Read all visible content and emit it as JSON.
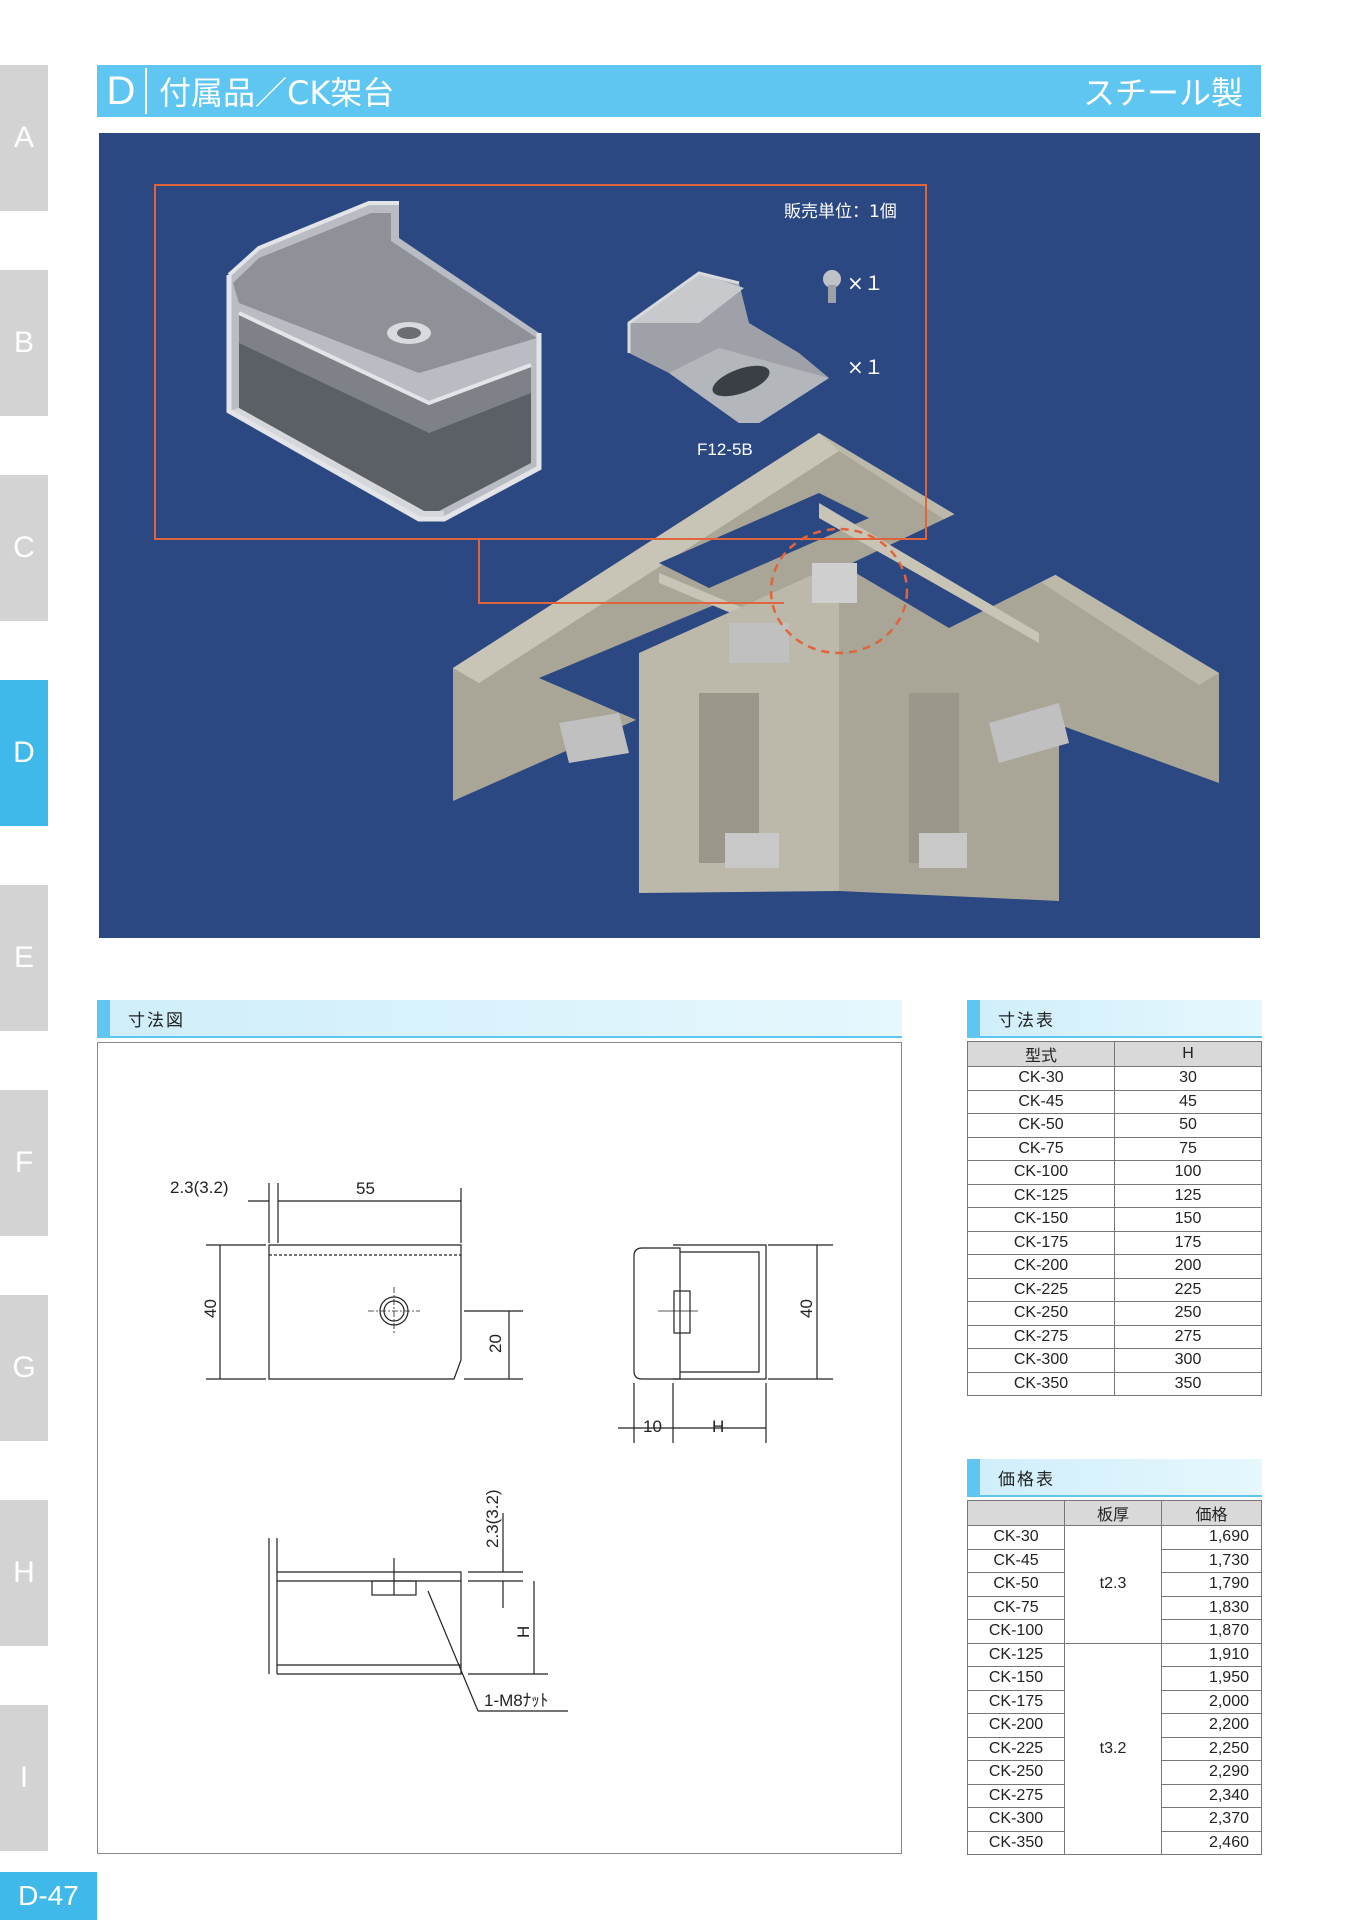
{
  "side_tabs": [
    "A",
    "B",
    "C",
    "D",
    "E",
    "F",
    "G",
    "H",
    "I"
  ],
  "active_tab": "D",
  "header": {
    "letter": "D",
    "title": "付属品／CK架台",
    "material": "スチール製"
  },
  "hero": {
    "sales_unit": "販売単位：1個",
    "bolt_qty": "×１",
    "clip_qty": "×１",
    "clip_label": "F12-5B"
  },
  "sections": {
    "dimension_drawing": "寸法図",
    "dimension_table": "寸法表",
    "price_table": "価格表"
  },
  "drawing_labels": {
    "thickness_top": "2.3(3.2)",
    "width": "55",
    "height_40_front": "40",
    "hole_height": "20",
    "height_40_side": "40",
    "offset_10": "10",
    "h_label": "H",
    "thickness_side": "2.3(3.2)",
    "h_label_2": "H",
    "nut_label": "1-M8ﾅｯﾄ"
  },
  "dimension_table": {
    "headers": [
      "型式",
      "H"
    ],
    "rows": [
      [
        "CK-30",
        "30"
      ],
      [
        "CK-45",
        "45"
      ],
      [
        "CK-50",
        "50"
      ],
      [
        "CK-75",
        "75"
      ],
      [
        "CK-100",
        "100"
      ],
      [
        "CK-125",
        "125"
      ],
      [
        "CK-150",
        "150"
      ],
      [
        "CK-175",
        "175"
      ],
      [
        "CK-200",
        "200"
      ],
      [
        "CK-225",
        "225"
      ],
      [
        "CK-250",
        "250"
      ],
      [
        "CK-275",
        "275"
      ],
      [
        "CK-300",
        "300"
      ],
      [
        "CK-350",
        "350"
      ]
    ]
  },
  "price_table": {
    "headers": [
      "",
      "板厚",
      "価格"
    ],
    "groups": [
      {
        "thickness": "t2.3",
        "rows": [
          [
            "CK-30",
            "1,690"
          ],
          [
            "CK-45",
            "1,730"
          ],
          [
            "CK-50",
            "1,790"
          ],
          [
            "CK-75",
            "1,830"
          ],
          [
            "CK-100",
            "1,870"
          ]
        ]
      },
      {
        "thickness": "t3.2",
        "rows": [
          [
            "CK-125",
            "1,910"
          ],
          [
            "CK-150",
            "1,950"
          ],
          [
            "CK-175",
            "2,000"
          ],
          [
            "CK-200",
            "2,200"
          ],
          [
            "CK-225",
            "2,250"
          ],
          [
            "CK-250",
            "2,290"
          ],
          [
            "CK-275",
            "2,340"
          ],
          [
            "CK-300",
            "2,370"
          ],
          [
            "CK-350",
            "2,460"
          ]
        ]
      }
    ]
  },
  "page_number": "D-47",
  "colors": {
    "accent": "#5ec6f0",
    "active_tab": "#3fb8ea",
    "hero_bg": "#2b4883",
    "callout": "#e0643c"
  }
}
